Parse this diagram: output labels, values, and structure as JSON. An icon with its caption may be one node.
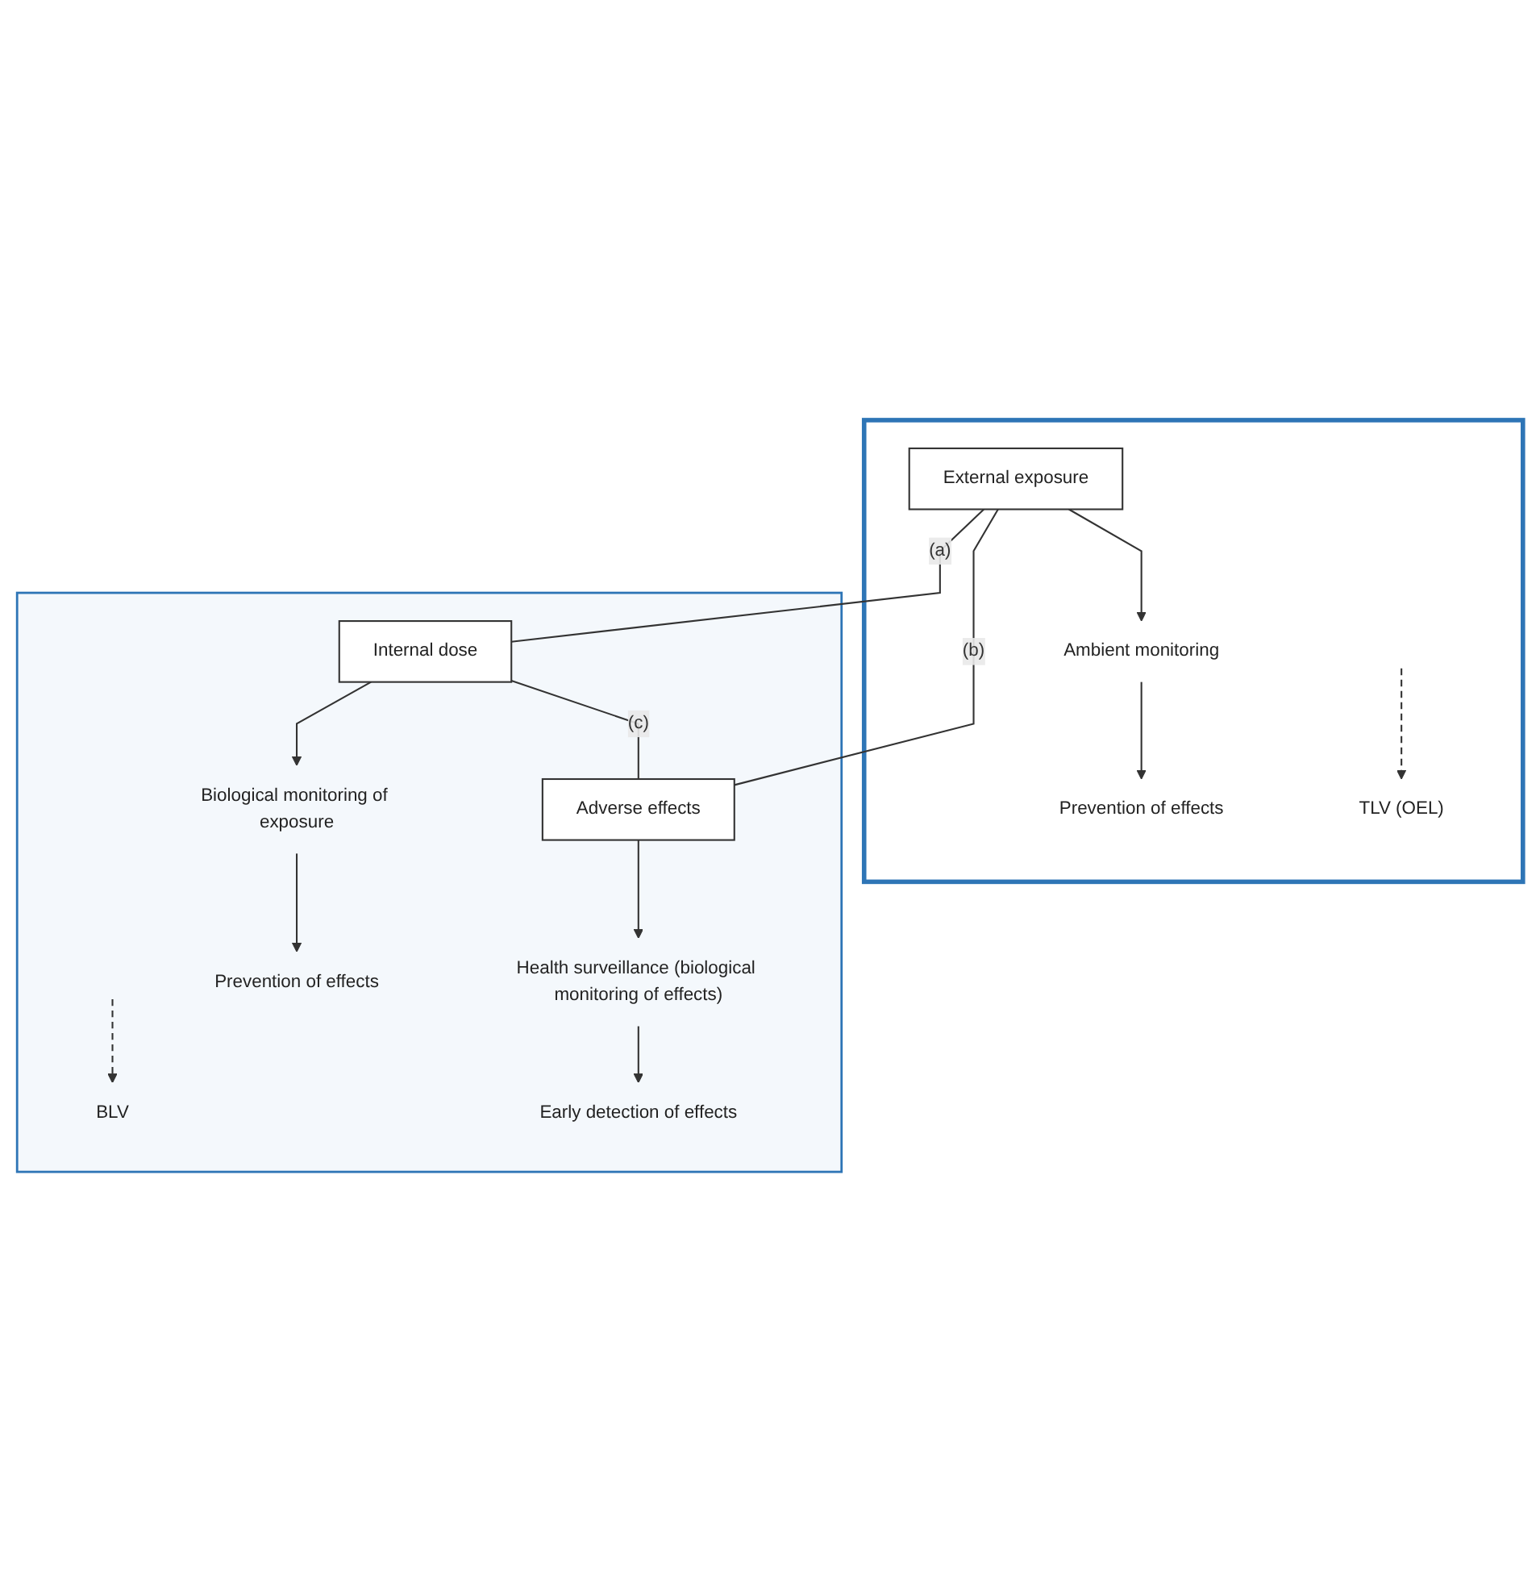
{
  "diagram": {
    "nodes": [
      {
        "text": [],
        "shape": "callout"
      },
      {
        "text": [
          "Prevention of effects"
        ],
        "in": 0
      },
      {
        "text": [
          "Ambient monitoring"
        ],
        "in": 0
      },
      {
        "text": [
          "External exposure"
        ],
        "in": 0
      },
      {
        "text": [
          "TLV (OEL)"
        ],
        "in": 0
      },
      {
        "text": [],
        "shape": "box"
      },
      {
        "text": [
          "Internal dose"
        ],
        "in": 5
      },
      {
        "text": [
          "Adverse effects"
        ],
        "in": 5
      },
      {
        "text": [
          "Biological monitoring of exposure"
        ],
        "in": 5
      },
      {
        "text": [
          "BLV"
        ],
        "in": 5
      },
      {
        "text": [
          "Health surveillance (biological monitoring of effects)"
        ],
        "in": 5
      },
      {
        "text": [
          "Prevention of effects"
        ],
        "in": 5
      },
      {
        "text": [
          "Early detection of effects"
        ],
        "in": 5
      }
    ],
    "edges": [
      {
        "from": 3,
        "to": 2,
        "arrow": "to"
      },
      {
        "from": 2,
        "to": 1,
        "arrow": "to"
      },
      {
        "from": 3,
        "to": 6,
        "label": "(a)",
        "arrow": "none"
      },
      {
        "from": 3,
        "to": 7,
        "label": "(b)",
        "arrow": "none"
      },
      {
        "from": null,
        "to": 4,
        "arrow": "to",
        "style": "dashed"
      },
      {
        "from": 6,
        "to": 7,
        "label": "(c)",
        "arrow": "none"
      },
      {
        "from": null,
        "to": 9,
        "arrow": "to",
        "style": "dashed"
      },
      {
        "from": 6,
        "to": 8,
        "arrow": "to"
      },
      {
        "from": 8,
        "to": 11,
        "arrow": "to"
      },
      {
        "from": 7,
        "to": 10,
        "arrow": "to"
      },
      {
        "from": 10,
        "to": 12,
        "arrow": "to"
      }
    ]
  }
}
